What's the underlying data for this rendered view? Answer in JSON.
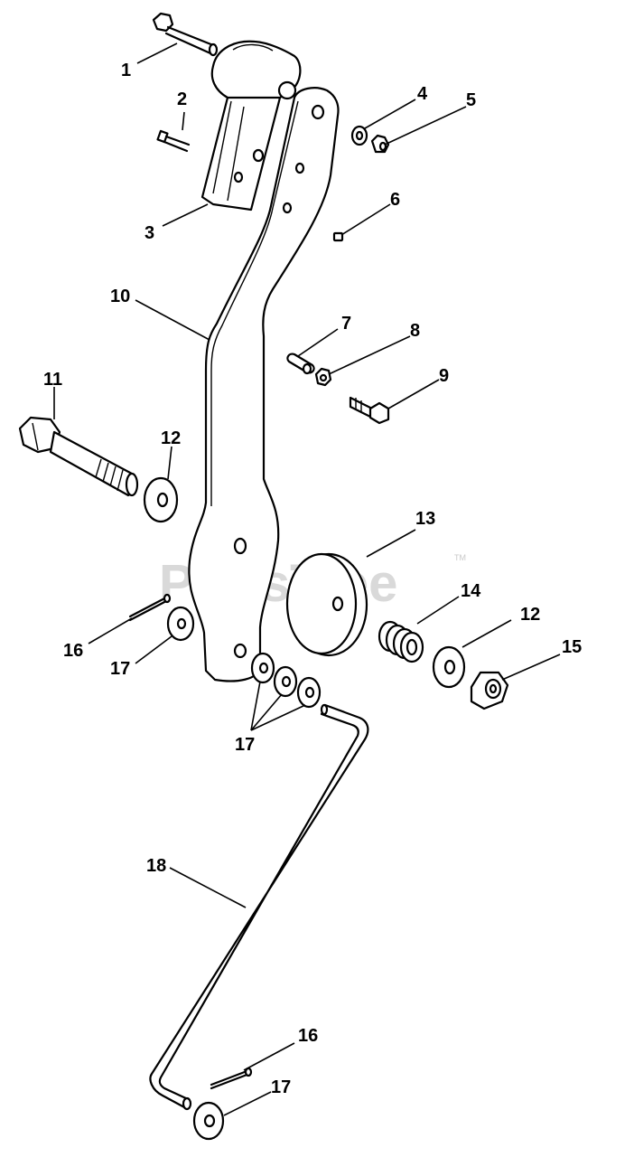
{
  "watermark": {
    "text": "PartsTree",
    "trademark": "TM"
  },
  "callouts": {
    "c1": "1",
    "c2": "2",
    "c3": "3",
    "c4": "4",
    "c5": "5",
    "c6": "6",
    "c7": "7",
    "c8": "8",
    "c9": "9",
    "c10": "10",
    "c11": "11",
    "c12a": "12",
    "c12b": "12",
    "c13": "13",
    "c14": "14",
    "c15": "15",
    "c16a": "16",
    "c16b": "16",
    "c17a": "17",
    "c17b": "17",
    "c17c": "17",
    "c18": "18"
  }
}
